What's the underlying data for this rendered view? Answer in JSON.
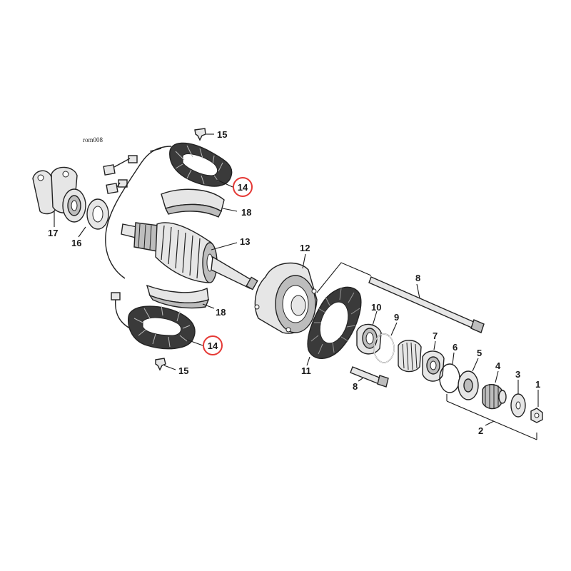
{
  "diagram": {
    "reference_code": "rom008",
    "callouts": {
      "c1": "1",
      "c2": "2",
      "c3": "3",
      "c4": "4",
      "c5": "5",
      "c6": "6",
      "c7": "7",
      "c8a": "8",
      "c8b": "8",
      "c9": "9",
      "c10": "10",
      "c11": "11",
      "c12": "12",
      "c13": "13",
      "c14a": "14",
      "c14b": "14",
      "c15a": "15",
      "c15b": "15",
      "c16": "16",
      "c17": "17",
      "c18a": "18",
      "c18b": "18"
    },
    "highlight_color": "#e53935"
  }
}
